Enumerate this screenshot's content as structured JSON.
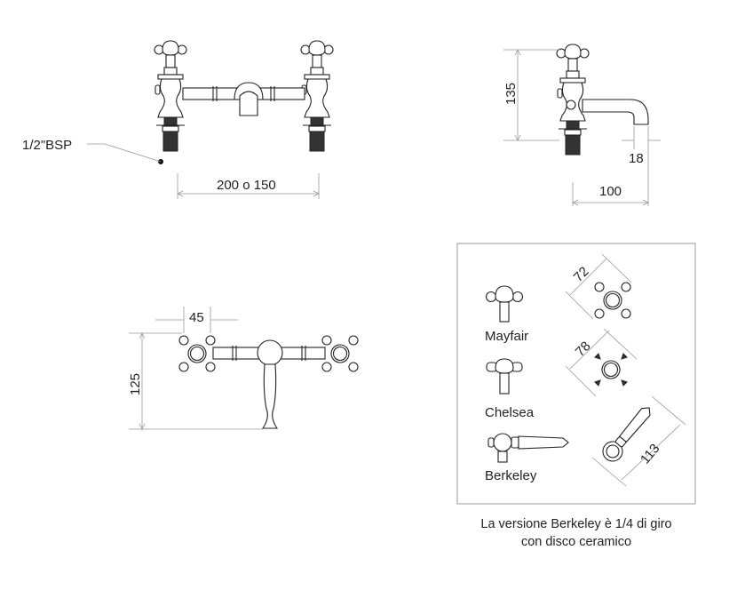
{
  "front_view": {
    "thread_label": "1/2\"BSP",
    "spacing_label": "200 o 150"
  },
  "side_view": {
    "height_label": "135",
    "spout_gap_label": "18",
    "reach_label": "100"
  },
  "top_view": {
    "handle_label": "45",
    "depth_label": "125"
  },
  "handle_options": {
    "items": [
      {
        "name": "Mayfair",
        "size": "72"
      },
      {
        "name": "Chelsea",
        "size": "78"
      },
      {
        "name": "Berkeley",
        "size": "113"
      }
    ],
    "caption_line1": "La versione Berkeley è 1/4 di giro",
    "caption_line2": "con disco ceramico"
  }
}
